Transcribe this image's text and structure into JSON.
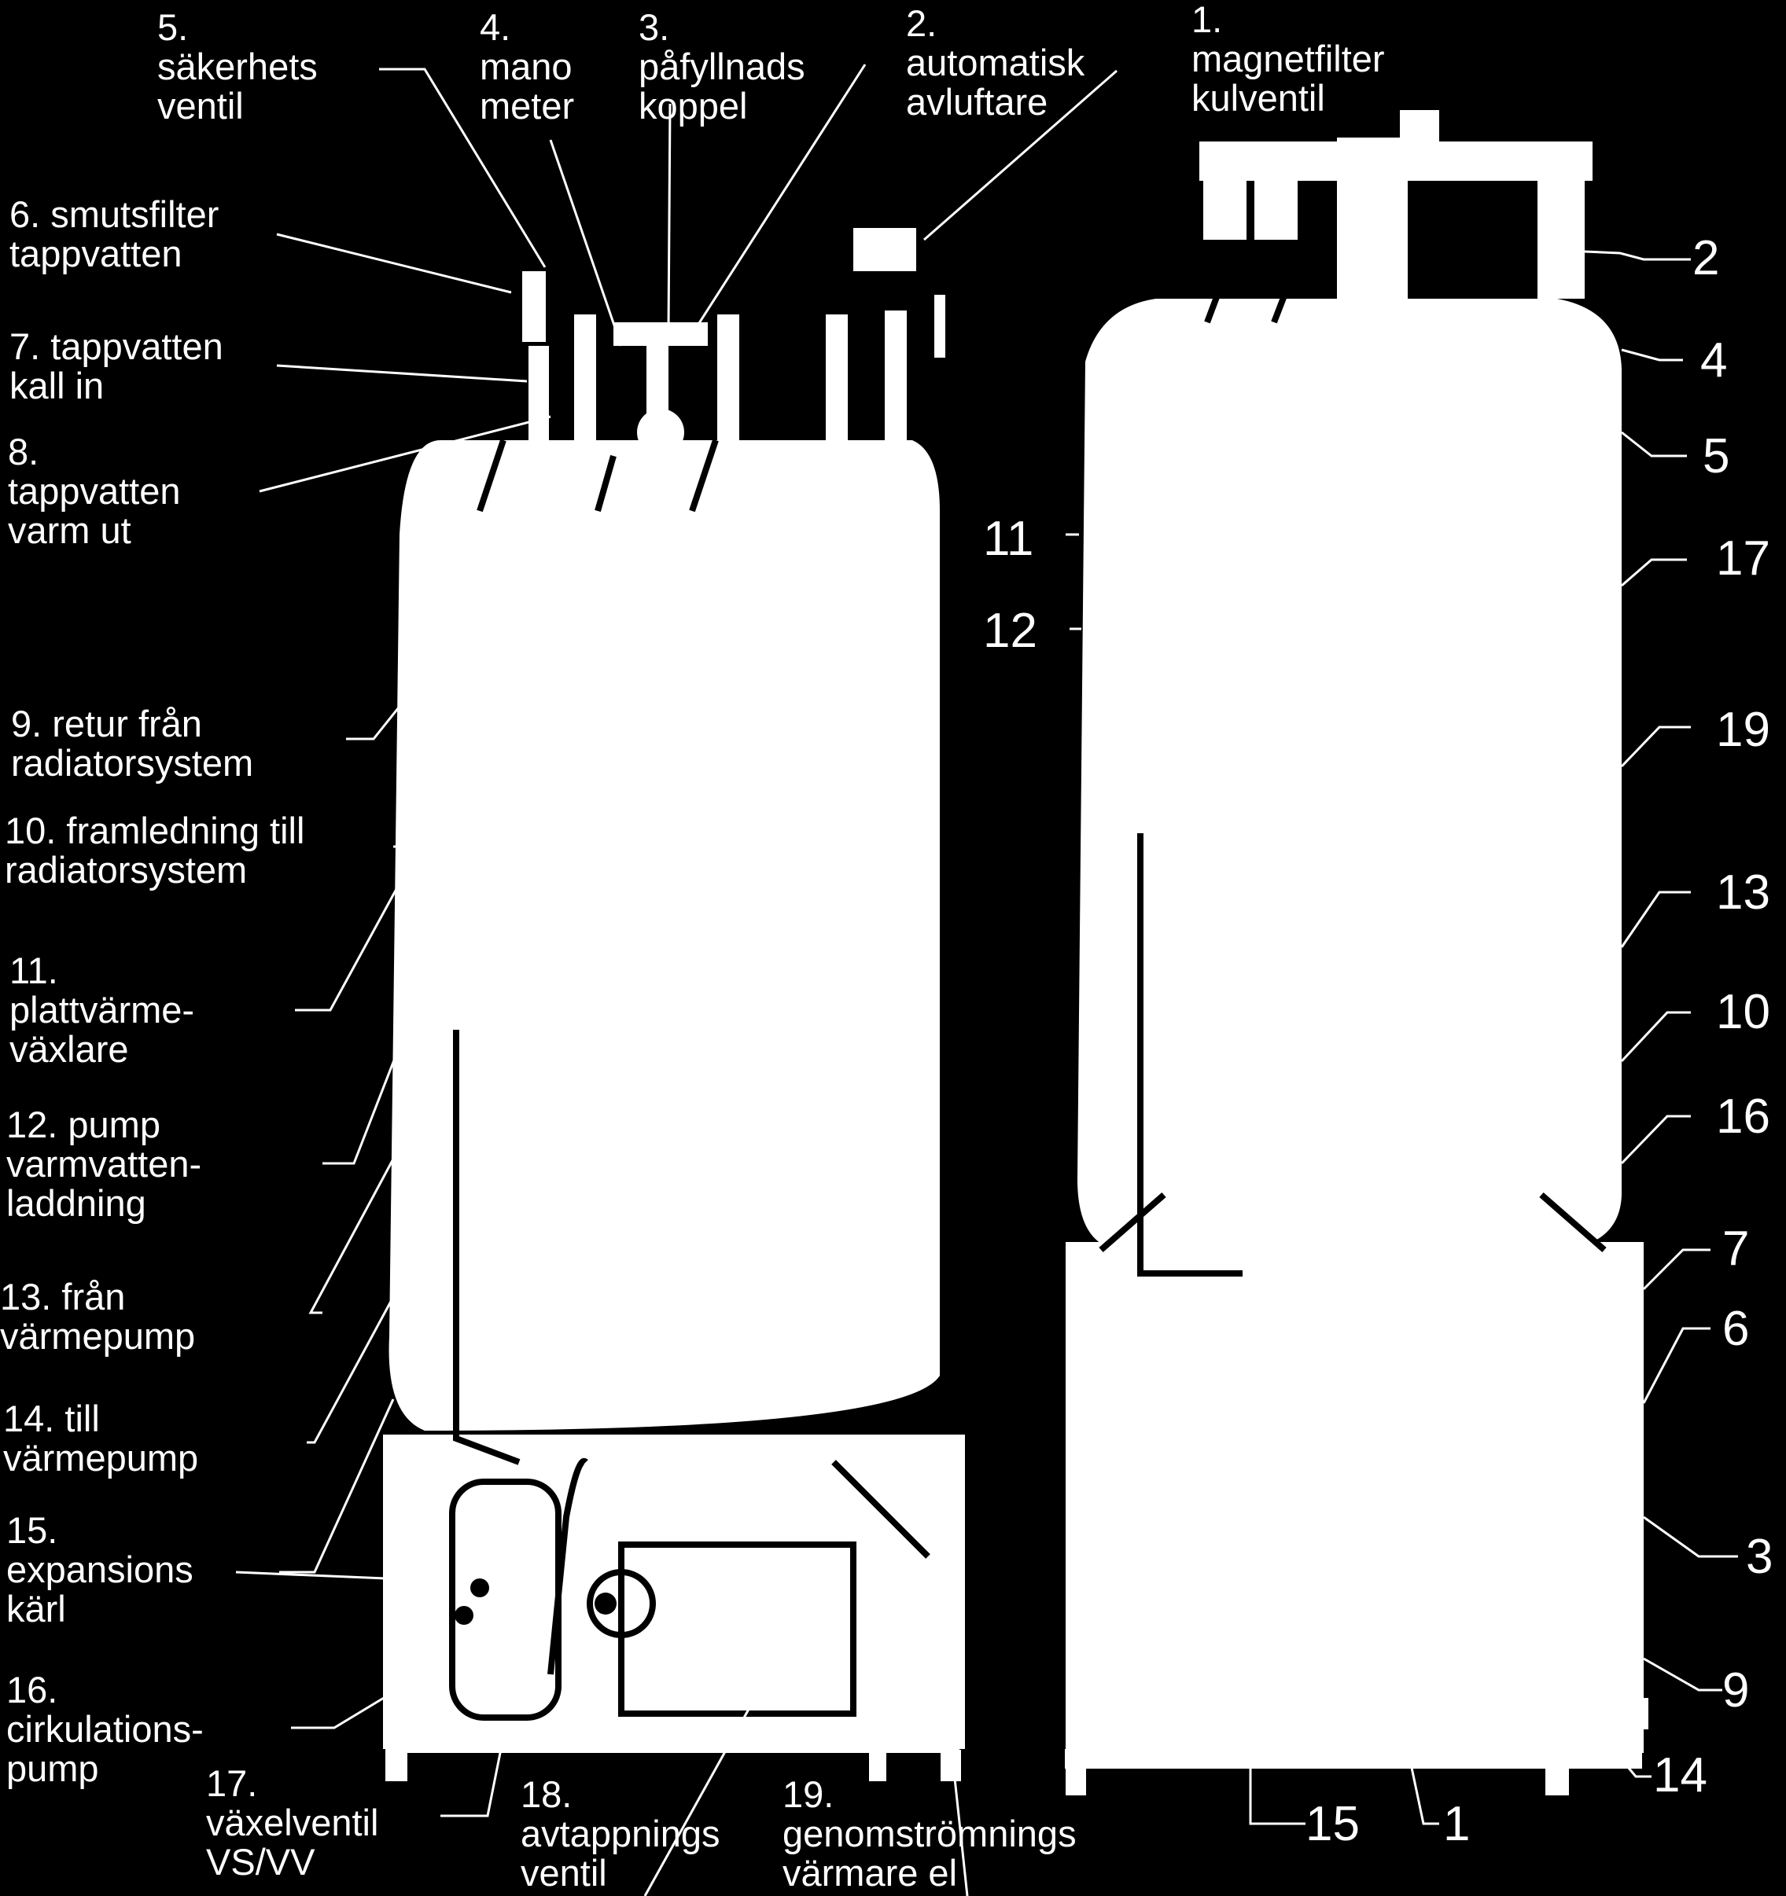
{
  "labels": [
    {
      "id": "1",
      "text": "1.\nmagnetfilter\nkulventil"
    },
    {
      "id": "2",
      "text": "2.\nautomatisk\navluftare"
    },
    {
      "id": "3",
      "text": "3.\npåfyllnads\nkoppel"
    },
    {
      "id": "4",
      "text": "4.\nmano\nmeter"
    },
    {
      "id": "5",
      "text": "5.\nsäkerhets\nventil"
    },
    {
      "id": "6",
      "text": "6. smutsfilter\ntappvatten"
    },
    {
      "id": "7",
      "text": "7. tappvatten\nkall in"
    },
    {
      "id": "8",
      "text": "8.\ntappvatten\nvarm ut"
    },
    {
      "id": "9",
      "text": "9. retur från\nradiatorsystem"
    },
    {
      "id": "10",
      "text": "10. framledning till\nradiatorsystem"
    },
    {
      "id": "11",
      "text": "11.\nplattvärme-\nväxlare"
    },
    {
      "id": "12",
      "text": "12. pump\nvarmvatten-\nladdning"
    },
    {
      "id": "13",
      "text": "13. från\nvärmepump"
    },
    {
      "id": "14",
      "text": "14. till\nvärmepump"
    },
    {
      "id": "15",
      "text": "15.\nexpansions\nkärl"
    },
    {
      "id": "16",
      "text": "16.\ncirkulations-\npump"
    },
    {
      "id": "17",
      "text": "17.\nväxelventil\nVS/VV"
    },
    {
      "id": "18",
      "text": "18.\navtappnings\nventil"
    },
    {
      "id": "19",
      "text": "19.\ngenomströmnings\nvärmare el"
    }
  ],
  "callouts": [
    "2",
    "4",
    "5",
    "17",
    "19",
    "13",
    "10",
    "16",
    "7",
    "6",
    "3",
    "9",
    "14",
    "1",
    "15",
    "11",
    "12"
  ],
  "colors": {
    "background": "#000000",
    "foreground": "#ffffff"
  }
}
